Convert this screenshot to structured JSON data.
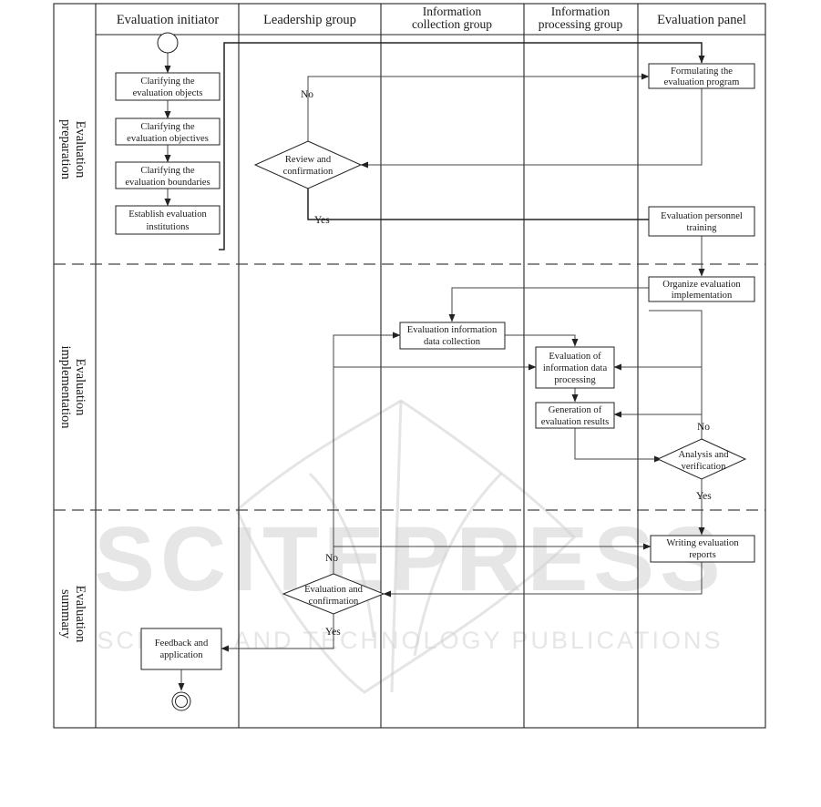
{
  "lanes": {
    "initiator": "Evaluation initiator",
    "leadership": "Leadership group",
    "collection": [
      "Information",
      "collection group"
    ],
    "processing": [
      "Information",
      "processing group"
    ],
    "panel": "Evaluation panel"
  },
  "phases": {
    "preparation": [
      "Evaluation",
      "preparation"
    ],
    "implementation": [
      "Evaluation",
      "implementation"
    ],
    "summary": [
      "Evaluation",
      "summary"
    ]
  },
  "nodes": {
    "clarify_objects": [
      "Clarifying the",
      "evaluation objects"
    ],
    "clarify_objectives": [
      "Clarifying the",
      "evaluation objectives"
    ],
    "clarify_boundaries": [
      "Clarifying the",
      "evaluation boundaries"
    ],
    "establish_institutions": [
      "Establish evaluation",
      "institutions"
    ],
    "formulate_program": [
      "Formulating the",
      "evaluation program"
    ],
    "review_confirm": [
      "Review and",
      "confirmation"
    ],
    "personnel_training": [
      "Evaluation personnel",
      "training"
    ],
    "organize_implementation": [
      "Organize evaluation",
      "implementation"
    ],
    "data_collection": [
      "Evaluation information",
      "data collection"
    ],
    "data_processing": [
      "Evaluation of",
      "information data",
      "processing"
    ],
    "generate_results": [
      "Generation of",
      "evaluation results"
    ],
    "analysis_verification": [
      "Analysis and",
      "verification"
    ],
    "writing_reports": [
      "Writing evaluation",
      "reports"
    ],
    "evaluation_confirm": [
      "Evaluation and",
      "confirmation"
    ],
    "feedback_application": [
      "Feedback and",
      "application"
    ]
  },
  "decisions": {
    "review_no": "No",
    "review_yes": "Yes",
    "analysis_no": "No",
    "analysis_yes": "Yes",
    "summary_no": "No",
    "summary_yes": "Yes"
  },
  "watermark": {
    "main": "SCITEPRESS",
    "sub": "SCIENCE AND TECHNOLOGY PUBLICATIONS"
  }
}
